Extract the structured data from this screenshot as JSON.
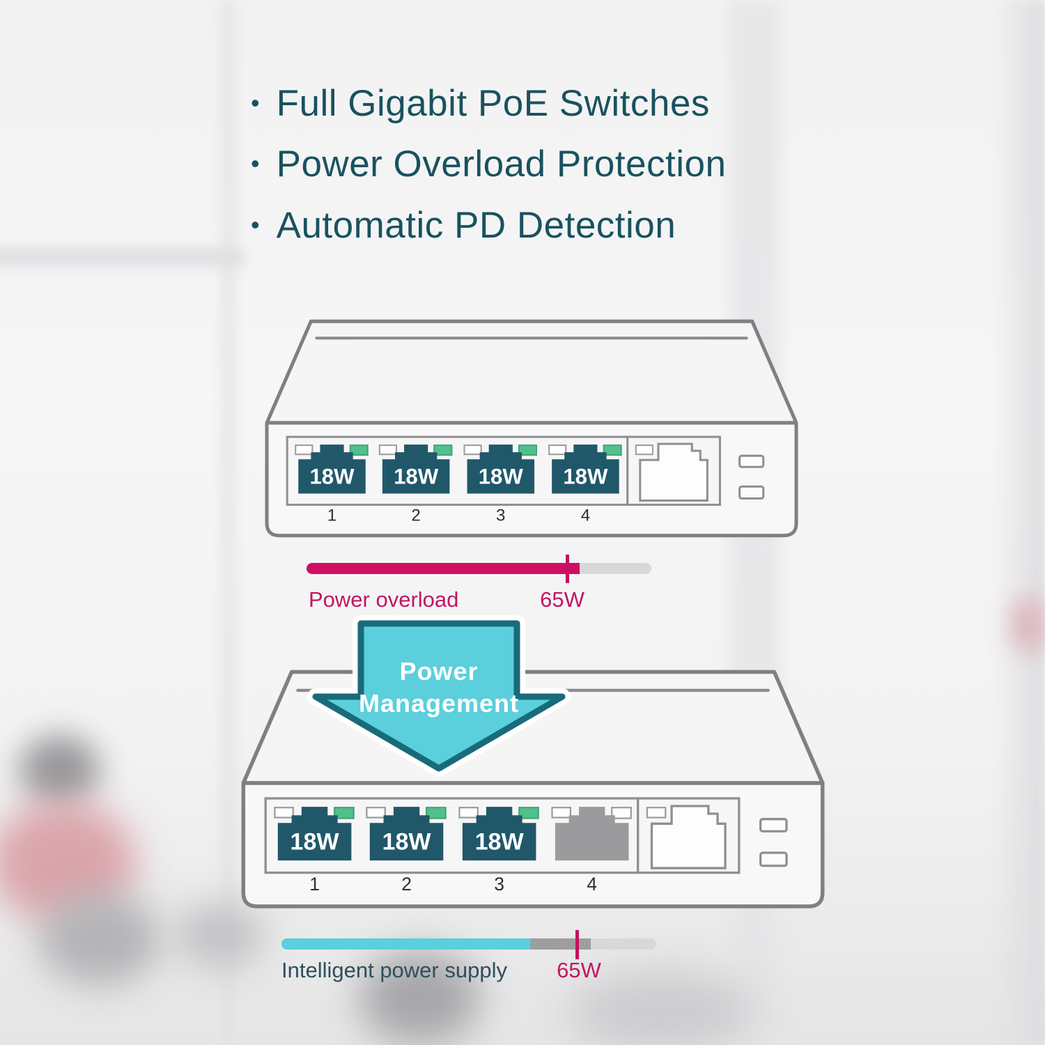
{
  "features": {
    "bullet_char": "•",
    "items": [
      "Full Gigabit PoE Switches",
      "Power Overload Protection",
      "Automatic PD Detection"
    ]
  },
  "switch_top": {
    "ports": [
      {
        "number": "1",
        "power": "18W",
        "poe_active": true
      },
      {
        "number": "2",
        "power": "18W",
        "poe_active": true
      },
      {
        "number": "3",
        "power": "18W",
        "poe_active": true
      },
      {
        "number": "4",
        "power": "18W",
        "poe_active": true
      }
    ]
  },
  "overload_bar": {
    "label": "Power overload",
    "capacity_label": "65W",
    "fill_percent": 79,
    "marker_percent": 76
  },
  "management_arrow": {
    "line1": "Power",
    "line2": "Management"
  },
  "switch_bottom": {
    "ports": [
      {
        "number": "1",
        "power": "18W",
        "poe_active": true
      },
      {
        "number": "2",
        "power": "18W",
        "poe_active": true
      },
      {
        "number": "3",
        "power": "18W",
        "poe_active": true
      },
      {
        "number": "4",
        "power": "",
        "poe_active": false
      }
    ]
  },
  "supply_bar": {
    "label": "Intelligent power supply",
    "capacity_label": "65W",
    "cyan_percent": 66,
    "reserved_percent": 16,
    "marker_percent": 79
  },
  "colors": {
    "headline_teal": "#19525f",
    "port_teal": "#20586a",
    "inactive_port_gray": "#9b9b9e",
    "led_green": "#52c08d",
    "accent_pink": "#cf0f63",
    "accent_cyan": "#5bcfdc",
    "arrow_outline_teal": "#196b7a",
    "bar_track_gray": "#d8d8da",
    "reserved_gray": "#9e9ea1"
  }
}
